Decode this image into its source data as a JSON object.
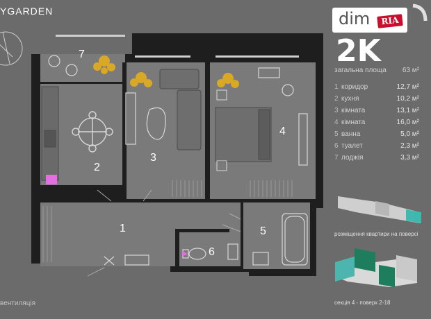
{
  "brand": "YGARDEN",
  "logo": {
    "text": "dim",
    "badge": "RIA"
  },
  "apartment": {
    "type": "2K",
    "total_label": "загальна площа",
    "total_value": "63 м²",
    "rooms": [
      {
        "num": "1",
        "name": "коридор",
        "area": "12,7 м²"
      },
      {
        "num": "2",
        "name": "кухня",
        "area": "10,2 м²"
      },
      {
        "num": "3",
        "name": "кімната",
        "area": "13,1 м²"
      },
      {
        "num": "4",
        "name": "кімната",
        "area": "16,0 м²"
      },
      {
        "num": "5",
        "name": "ванна",
        "area": "5,0 м²"
      },
      {
        "num": "6",
        "name": "туалет",
        "area": "2,3 м²"
      },
      {
        "num": "7",
        "name": "лоджія",
        "area": "3,3 м²"
      }
    ]
  },
  "plan_labels": [
    "1",
    "2",
    "3",
    "4",
    "5",
    "6",
    "7"
  ],
  "floor_location_caption": "розміщення квартири на поверсі",
  "section_caption": "секція 4 - поверх 2-18",
  "ventilation_label": "вентиляція",
  "colors": {
    "background": "#6b6b6b",
    "floor": "#7a7a7a",
    "walls": "#1e1e1e",
    "accent_green": "#1e7d5c",
    "accent_teal": "#3fb9b0",
    "marker_pink": "#e36fe0"
  }
}
